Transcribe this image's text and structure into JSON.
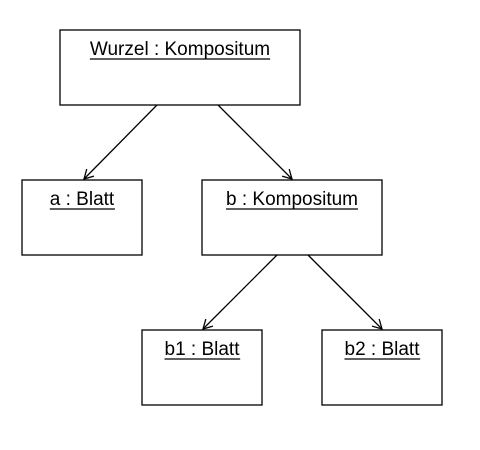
{
  "diagram": {
    "type": "uml-object-diagram",
    "objects": [
      {
        "id": "wurzel",
        "label": "Wurzel : Kompositum"
      },
      {
        "id": "a",
        "label": "a : Blatt"
      },
      {
        "id": "b",
        "label": "b : Kompositum"
      },
      {
        "id": "b1",
        "label": "b1 : Blatt"
      },
      {
        "id": "b2",
        "label": "b2 : Blatt"
      }
    ],
    "links": [
      {
        "from": "wurzel",
        "to": "a",
        "arrow": "open"
      },
      {
        "from": "wurzel",
        "to": "b",
        "arrow": "open"
      },
      {
        "from": "b",
        "to": "b1",
        "arrow": "open"
      },
      {
        "from": "b",
        "to": "b2",
        "arrow": "open"
      }
    ],
    "colors": {
      "stroke": "#000000",
      "fill": "#ffffff",
      "text": "#000000"
    }
  }
}
